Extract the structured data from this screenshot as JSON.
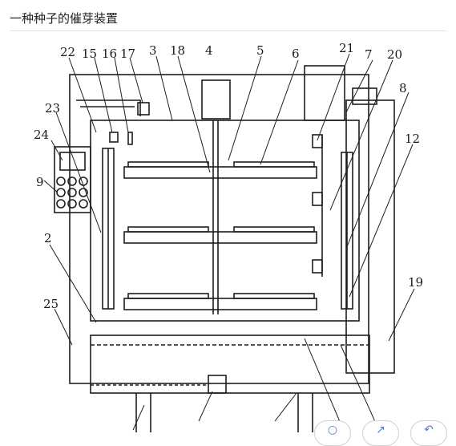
{
  "header": {
    "title": "一种种子的催芽装置"
  },
  "figure": {
    "callouts": {
      "n22": "22",
      "n15": "15",
      "n16": "16",
      "n17": "17",
      "n3": "3",
      "n18": "18",
      "n4": "4",
      "n5": "5",
      "n6": "6",
      "n21": "21",
      "n7": "7",
      "n20": "20",
      "n8": "8",
      "n23": "23",
      "n24": "24",
      "n9": "9",
      "n12": "12",
      "n2": "2",
      "n19": "19",
      "n25": "25"
    }
  },
  "icons": {
    "fab_1": "search-icon",
    "fab_2": "share-icon",
    "fab_3": "back-arrow-icon"
  }
}
